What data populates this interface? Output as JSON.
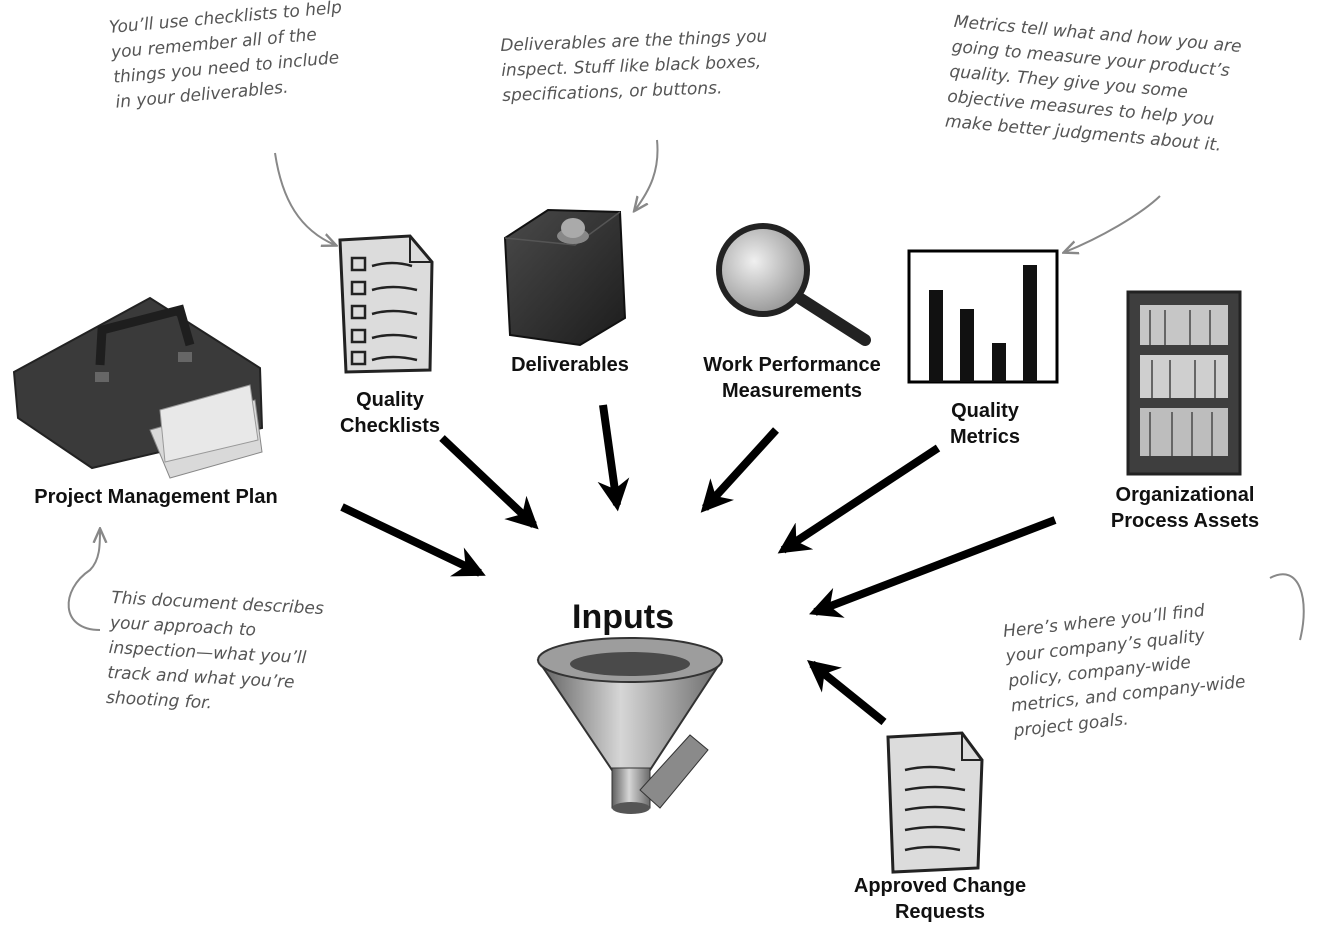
{
  "title": "Inputs",
  "inputs": {
    "project_plan": "Project Management Plan",
    "quality_checklists": [
      "Quality",
      "Checklists"
    ],
    "deliverables": "Deliverables",
    "work_performance": [
      "Work Performance",
      "Measurements"
    ],
    "quality_metrics": [
      "Quality",
      "Metrics"
    ],
    "org_assets": [
      "Organizational",
      "Process Assets"
    ],
    "change_requests": [
      "Approved Change",
      "Requests"
    ]
  },
  "notes": {
    "checklists": [
      "You’ll use checklists to help",
      "you remember all of the",
      "things you need to include",
      "in your deliverables."
    ],
    "deliverables": [
      "Deliverables are the things you",
      "inspect. Stuff like black boxes,",
      "specifications, or buttons."
    ],
    "metrics": [
      "Metrics tell what and how you are",
      "going to measure your product’s",
      "quality. They give you some",
      "objective measures to help you",
      "make better judgments about it."
    ],
    "plan": [
      "This document describes",
      "your approach to",
      "inspection—what you’ll",
      "track and what you’re",
      "shooting for."
    ],
    "assets": [
      "Here’s where you’ll find",
      "your company’s quality",
      "policy, company-wide",
      "metrics, and company-wide",
      "project goals."
    ]
  }
}
